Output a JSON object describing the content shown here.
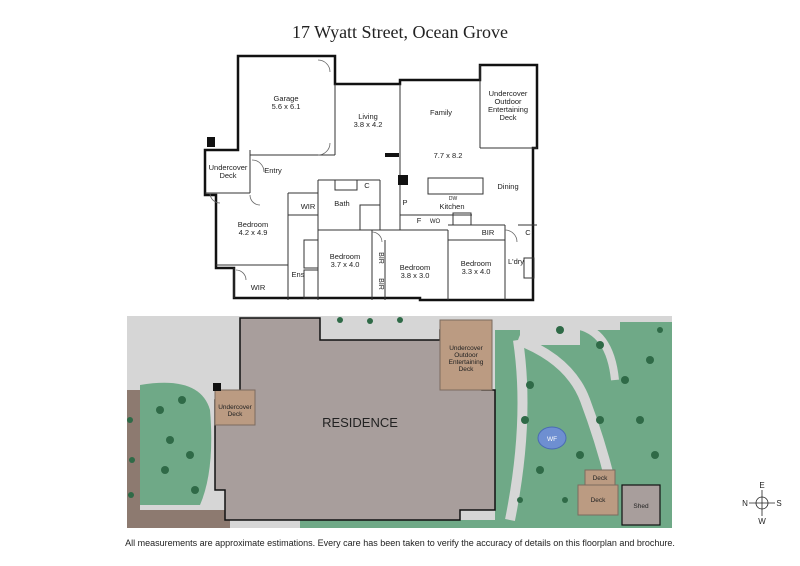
{
  "header": {
    "title": "17 Wyatt Street, Ocean Grove"
  },
  "floorplan": {
    "garage": {
      "name": "Garage",
      "dims": "5.6 x 6.1"
    },
    "living": {
      "name": "Living",
      "dims": "3.8 x 4.2"
    },
    "family": {
      "name": "Family"
    },
    "family_dims": "7.7 x 8.2",
    "deck_outdoor": {
      "line1": "Undercover",
      "line2": "Outdoor",
      "line3": "Entertaining",
      "line4": "Deck"
    },
    "undercover_deck": {
      "line1": "Undercover",
      "line2": "Deck"
    },
    "entry": "Entry",
    "wir_top": "WIR",
    "bath": "Bath",
    "c_bath": "C",
    "bedroom1": {
      "name": "Bedroom",
      "dims": "4.2 x 4.9"
    },
    "kitchen": "Kitchen",
    "dining": "Dining",
    "dw": "DW",
    "p": "P",
    "f": "F",
    "wo": "WO",
    "bir_top": "BIR",
    "c_laundry": "C",
    "bedroom2": {
      "name": "Bedroom",
      "dims": "3.7 x 4.0"
    },
    "bedroom3": {
      "name": "Bedroom",
      "dims": "3.8 x 3.0"
    },
    "bedroom4": {
      "name": "Bedroom",
      "dims": "3.3 x 4.0"
    },
    "laundry": "L'dry",
    "bir_v1": "BIR",
    "bir_v2": "BIR",
    "ens": "Ens",
    "wir_bottom": "WIR"
  },
  "siteplan": {
    "residence": "RESIDENCE",
    "deck_outdoor": {
      "line1": "Undercover",
      "line2": "Outdoor",
      "line3": "Entertaining",
      "line4": "Deck"
    },
    "undercover_deck": {
      "line1": "Undercover",
      "line2": "Deck"
    },
    "wf": "WF",
    "deck_small": "Deck",
    "deck_large": "Deck",
    "shed": "Shed"
  },
  "compass": {
    "n": "N",
    "e": "E",
    "s": "S",
    "w": "W"
  },
  "footer": {
    "disclaimer": "All measurements are approximate estimations. Every care has been taken to verify the accuracy of details on this floorplan and brochure."
  },
  "colors": {
    "lawn": "#6fa987",
    "residence_roof": "#a89e9c",
    "deck_brown": "#bb9b82",
    "path_grey": "#d6d6d6",
    "garden_bed": "#8d7a70",
    "plant_green": "#2f6a47",
    "wall": "#111111"
  }
}
